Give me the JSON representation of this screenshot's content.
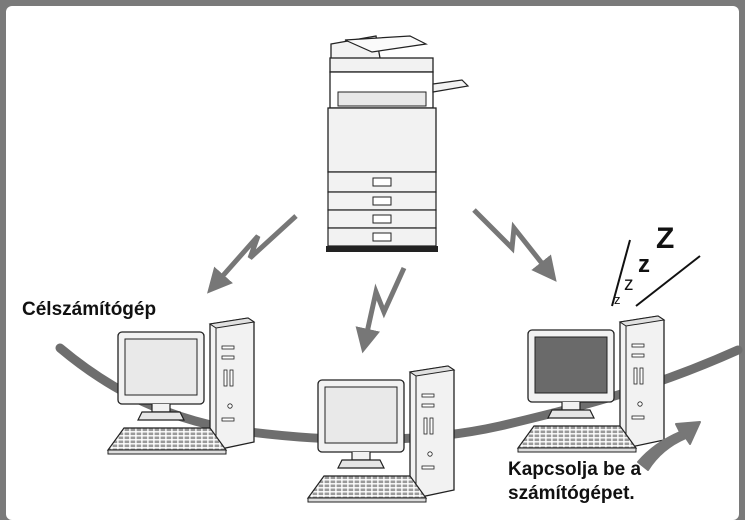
{
  "labels": {
    "target_computer": "Célszámítógép",
    "power_on_line1": "Kapcsolja be a",
    "power_on_line2": "számítógépet."
  },
  "sleep_glyphs": [
    "z",
    "z",
    "z",
    "Z"
  ],
  "colors": {
    "frame": "#7a7a7a",
    "panel": "#ffffff",
    "network_cable": "#6e6e6e",
    "signal_arrow": "#777777",
    "device_fill": "#f2f2f2",
    "screen_on": "#e9e9e9",
    "screen_off": "#6a6a6a"
  },
  "icons": [
    "printer-icon",
    "computer-icon",
    "sleep-icon",
    "power-on-arrow-icon"
  ]
}
